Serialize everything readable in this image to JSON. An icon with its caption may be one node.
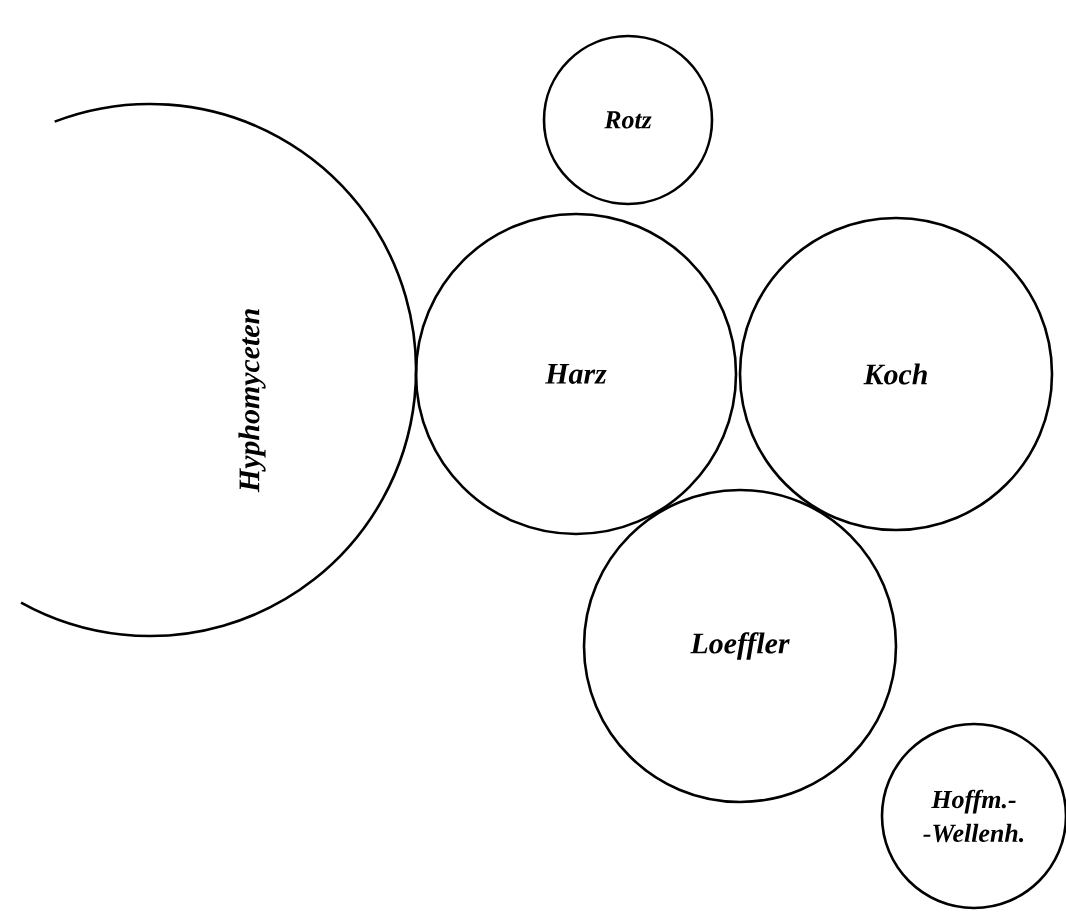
{
  "diagram": {
    "nodes": [
      {
        "text": [
          "Hyphomyceten"
        ]
      },
      {
        "text": [
          "Rotz"
        ]
      },
      {
        "text": [
          "Harz"
        ]
      },
      {
        "text": [
          "Koch"
        ]
      },
      {
        "text": [
          "Loeffler"
        ]
      },
      {
        "text": [
          "Hoffm.- -Wellenh."
        ]
      }
    ]
  }
}
